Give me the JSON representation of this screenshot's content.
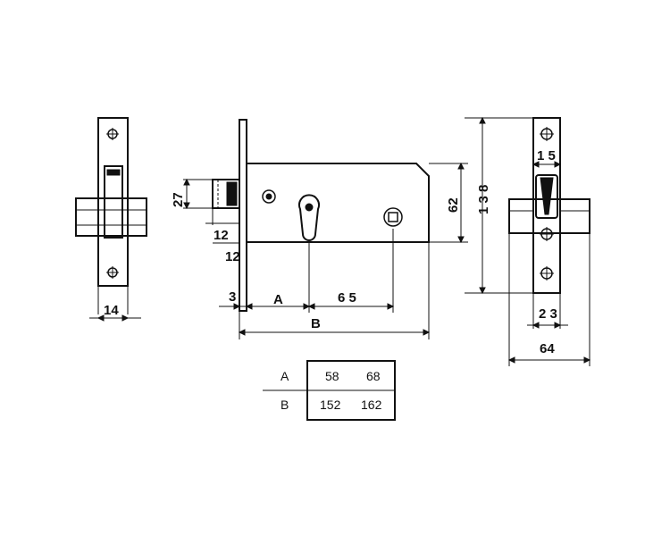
{
  "dimensions": {
    "front_width": "14",
    "side_height_27": "27",
    "side_12_upper": "12",
    "side_12_lower": "12",
    "side_3": "3",
    "label_a": "A",
    "backset_65": "6 5",
    "label_b": "B",
    "case_height": "62",
    "total_height": "1 3 8",
    "cam_width": "1 5",
    "face_width": "2 3",
    "face_depth": "64"
  },
  "table": {
    "headers": [
      "A",
      "B"
    ],
    "rows": [
      {
        "label": "A",
        "values": [
          "58",
          "68"
        ]
      },
      {
        "label": "B",
        "values": [
          "152",
          "162"
        ]
      }
    ]
  }
}
